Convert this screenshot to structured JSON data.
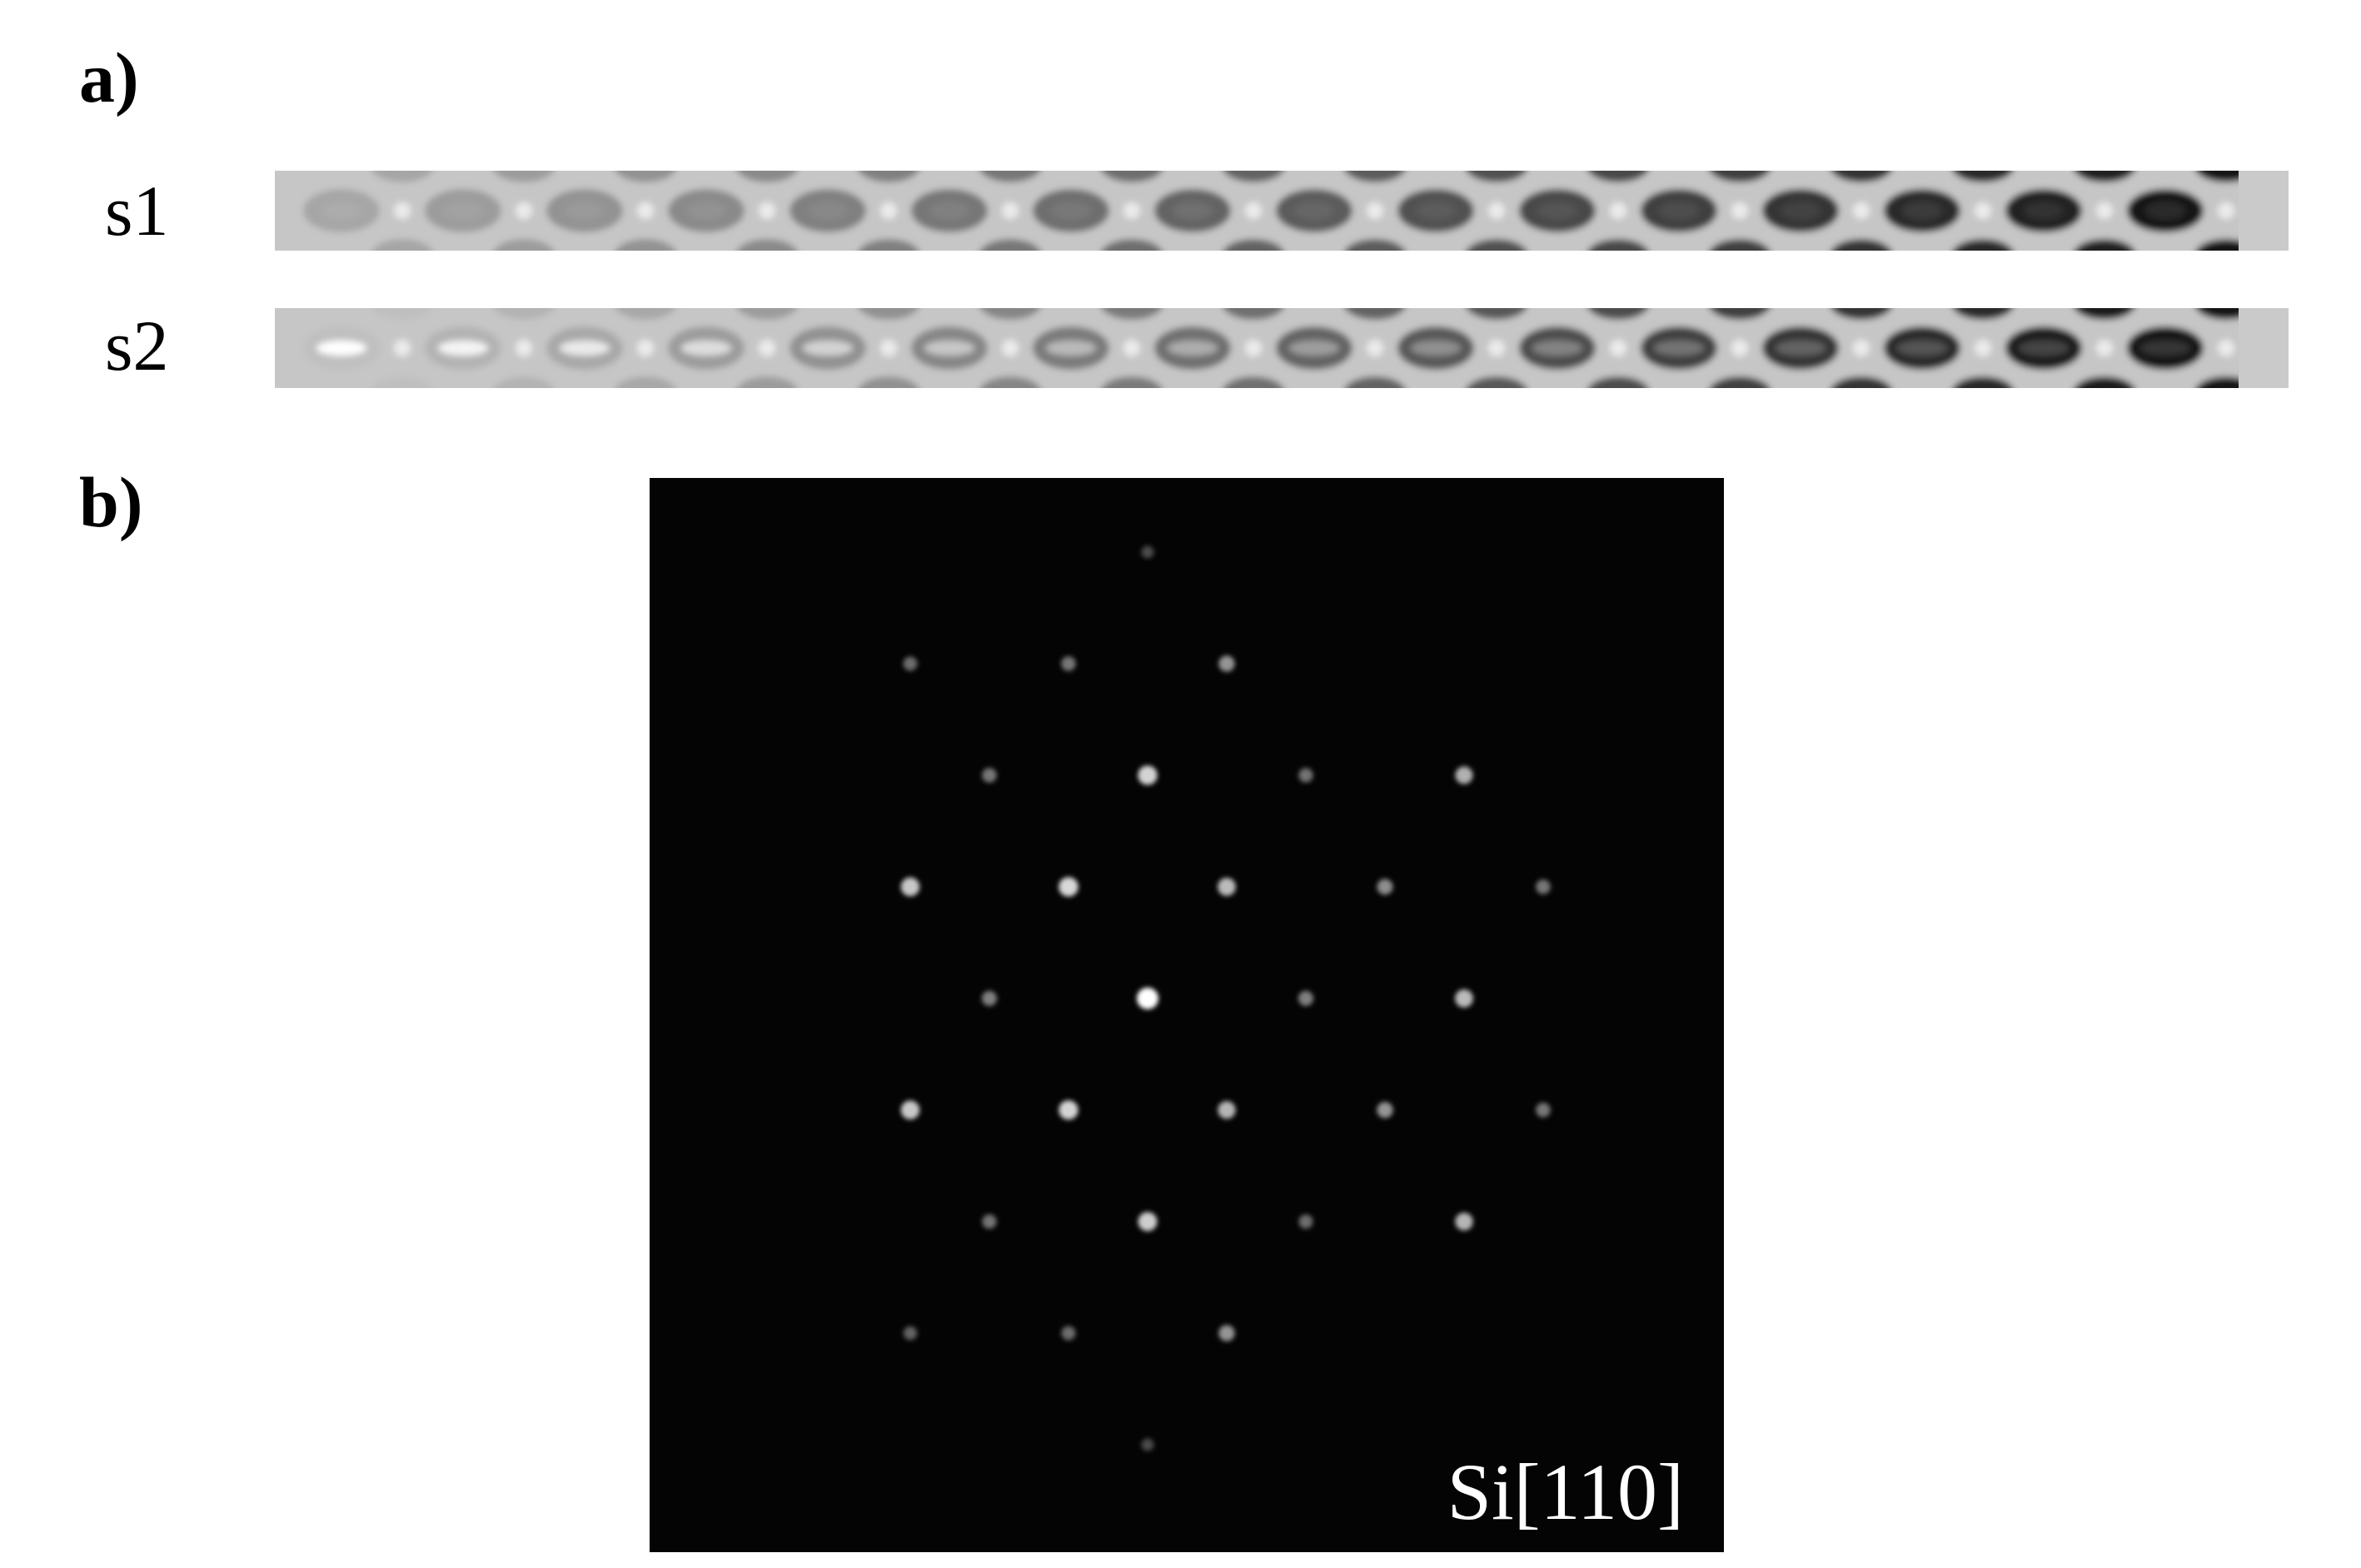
{
  "figure": {
    "panel_a": {
      "label": "a)"
    },
    "panel_b": {
      "label": "b)",
      "zone_axis_label": "Si[110]"
    }
  },
  "strips": [
    {
      "label": "s1",
      "blob_darkness": {
        "start": 0.18,
        "end": 0.92
      },
      "bright_core": false
    },
    {
      "label": "s2",
      "blob_darkness": {
        "start": 0.05,
        "end": 0.95
      },
      "bright_core": true
    }
  ],
  "diffraction_pattern": {
    "type": "electron-diffraction",
    "zone_axis": "[110]",
    "spots": [
      {
        "h": 0,
        "k": -4,
        "intensity": 0.08
      },
      {
        "h": -1,
        "k": -3,
        "intensity": 0.25
      },
      {
        "h": 0,
        "k": -3,
        "intensity": 0.3
      },
      {
        "h": 1,
        "k": -3,
        "intensity": 0.45
      },
      {
        "h": -1,
        "k": -2,
        "intensity": 0.3
      },
      {
        "h": 0,
        "k": -2,
        "intensity": 0.78
      },
      {
        "h": 1,
        "k": -2,
        "intensity": 0.28
      },
      {
        "h": 2,
        "k": -2,
        "intensity": 0.6
      },
      {
        "h": -1,
        "k": -1,
        "intensity": 0.72
      },
      {
        "h": 0,
        "k": -1,
        "intensity": 0.8
      },
      {
        "h": 1,
        "k": -1,
        "intensity": 0.65
      },
      {
        "h": 2,
        "k": -1,
        "intensity": 0.42
      },
      {
        "h": 3,
        "k": -1,
        "intensity": 0.3
      },
      {
        "h": -1,
        "k": 0,
        "intensity": 0.35
      },
      {
        "h": 0,
        "k": 0,
        "intensity": 1.0
      },
      {
        "h": 1,
        "k": 0,
        "intensity": 0.35
      },
      {
        "h": 2,
        "k": 0,
        "intensity": 0.65
      },
      {
        "h": -1,
        "k": 1,
        "intensity": 0.72
      },
      {
        "h": 0,
        "k": 1,
        "intensity": 0.78
      },
      {
        "h": 1,
        "k": 1,
        "intensity": 0.62
      },
      {
        "h": 2,
        "k": 1,
        "intensity": 0.45
      },
      {
        "h": 3,
        "k": 1,
        "intensity": 0.3
      },
      {
        "h": -1,
        "k": 2,
        "intensity": 0.28
      },
      {
        "h": 0,
        "k": 2,
        "intensity": 0.75
      },
      {
        "h": 1,
        "k": 2,
        "intensity": 0.25
      },
      {
        "h": 2,
        "k": 2,
        "intensity": 0.62
      },
      {
        "h": -1,
        "k": 3,
        "intensity": 0.2
      },
      {
        "h": 0,
        "k": 3,
        "intensity": 0.25
      },
      {
        "h": 1,
        "k": 3,
        "intensity": 0.45
      },
      {
        "h": 0,
        "k": 4,
        "intensity": 0.08
      }
    ]
  }
}
